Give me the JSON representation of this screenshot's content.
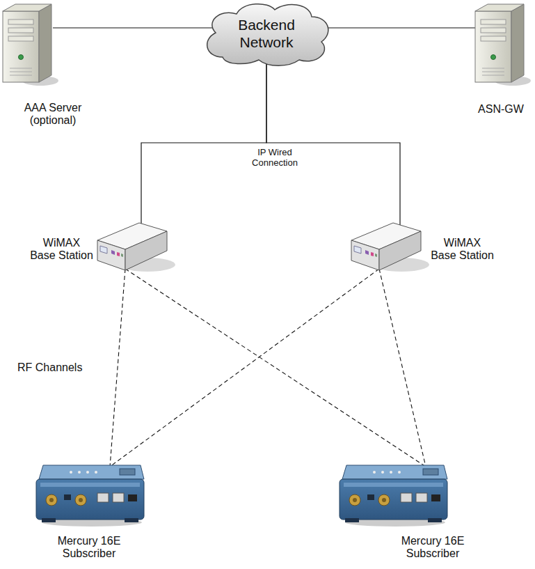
{
  "diagram": {
    "nodes": [
      {
        "text": [
          "AAA Server (optional)"
        ]
      },
      {
        "text": [
          "Backend Network"
        ]
      },
      {
        "text": [
          "ASN-GW"
        ]
      },
      {
        "text": [
          "WiMAX Base Station"
        ]
      },
      {
        "text": [
          "WiMAX Base Station"
        ]
      },
      {
        "text": [
          "Mercury 16E Subscriber"
        ]
      },
      {
        "text": [
          "Mercury 16E Subscriber"
        ]
      }
    ],
    "edges": [
      {
        "from": 0,
        "to": 1,
        "arrow": "none"
      },
      {
        "from": 1,
        "to": 2,
        "arrow": "none"
      },
      {
        "from": 1,
        "to": 3,
        "arrow": "none"
      },
      {
        "from": 1,
        "to": 4,
        "arrow": "none"
      },
      {
        "from": 3,
        "to": 5,
        "arrow": "none"
      },
      {
        "from": 3,
        "to": 6,
        "arrow": "none"
      },
      {
        "from": 4,
        "to": 5,
        "arrow": "none"
      },
      {
        "from": 4,
        "to": 6,
        "arrow": "none"
      }
    ],
    "labels": [
      "IP Wired Connection",
      "RF Channels"
    ]
  }
}
